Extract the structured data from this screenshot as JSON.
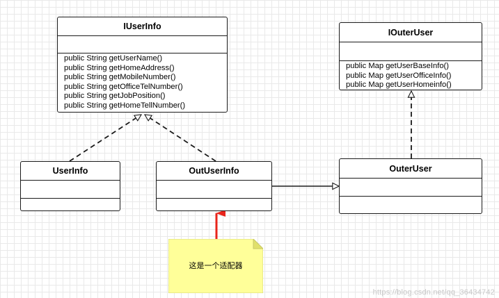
{
  "classes": {
    "iuserinfo": {
      "name": "IUserInfo",
      "methods": [
        "public String getUserName()",
        "public String getHomeAddress()",
        "public String getMobileNumber()",
        "public String getOfficeTelNumber()",
        "public String getJobPosition()",
        "public String getHomeTellNumber()"
      ]
    },
    "iouteruser": {
      "name": "IOuterUser",
      "methods": [
        "public Map getUserBaseInfo()",
        "public Map getUserOfficeInfo()",
        "public Map getUserHomeinfo()"
      ]
    },
    "userinfo": {
      "name": "UserInfo"
    },
    "outuserinfo": {
      "name": "OutUserInfo"
    },
    "outeruser": {
      "name": "OuterUser"
    }
  },
  "note": {
    "text": "这是一个适配器",
    "fill_color": "#ffff99",
    "arrow_color": "#e8251b"
  },
  "watermark": "https://blog.csdn.net/qq_36434742"
}
